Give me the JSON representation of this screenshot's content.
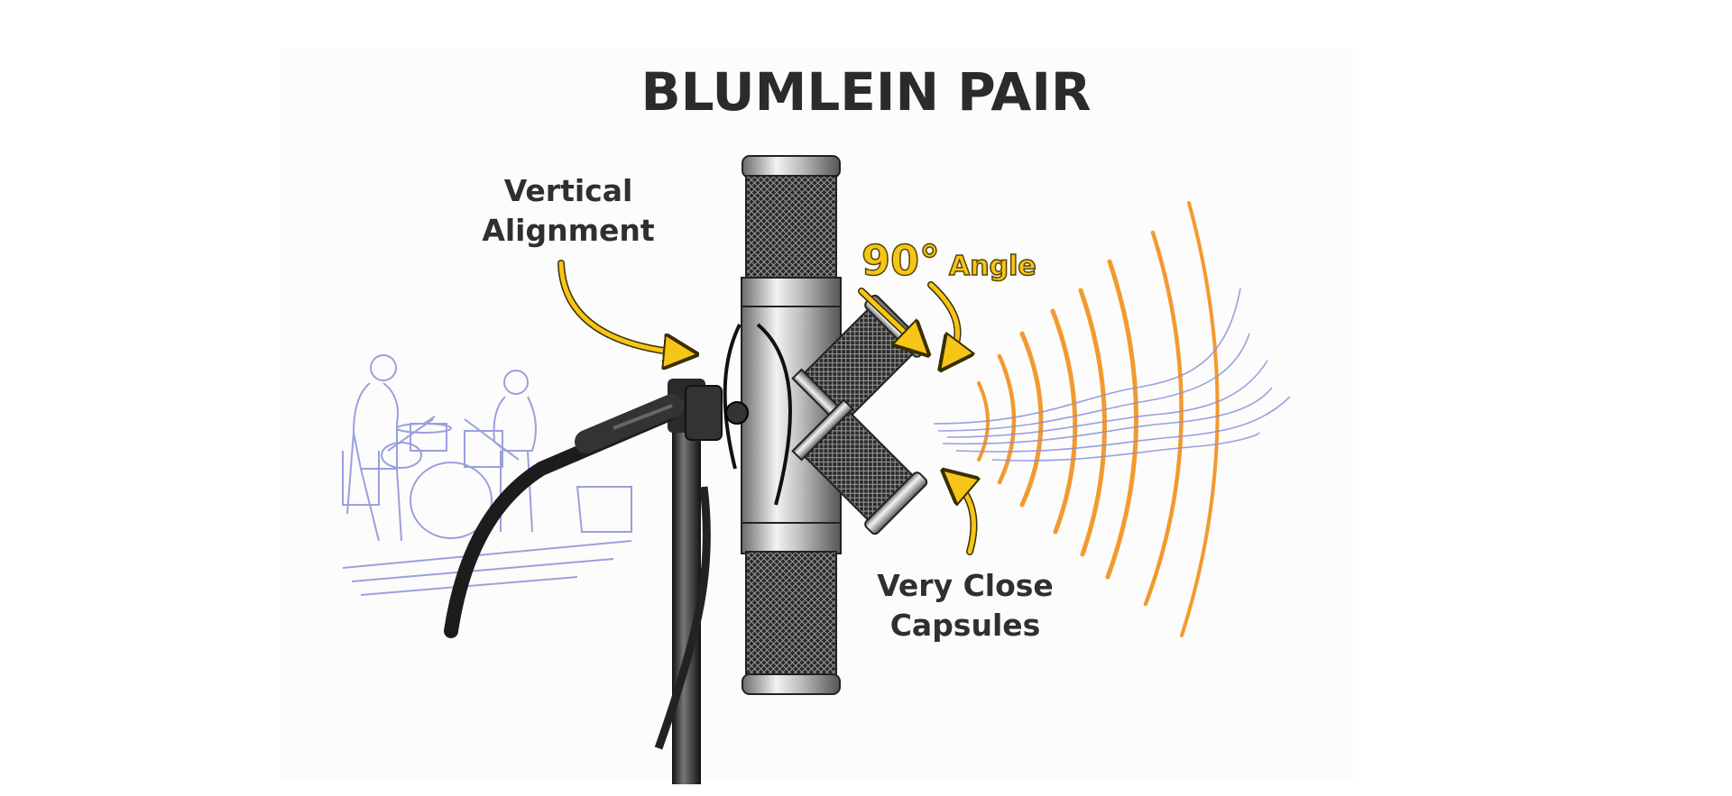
{
  "title": "BLUMLEIN PAIR",
  "annotations": {
    "vertical_alignment": [
      "Vertical",
      "Alignment"
    ],
    "angle": {
      "value": "90°",
      "word": "Angle"
    },
    "close_capsules": [
      "Very Close",
      "Capsules"
    ]
  },
  "colors": {
    "arrow_yellow": "#f5c518",
    "wave_orange": "#f39a2e",
    "sketch_blue": "#8a90d8",
    "text_dark": "#2b2b2b"
  },
  "icons": [
    "microphone-illustration",
    "band-sketch",
    "sound-waves",
    "arrow-icon"
  ]
}
